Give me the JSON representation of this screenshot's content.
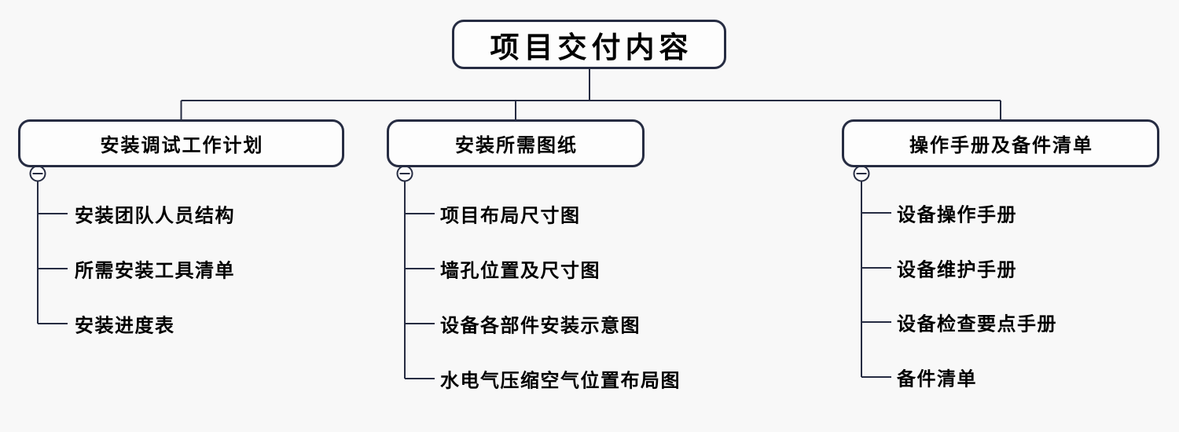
{
  "diagram": {
    "root": {
      "label": "项目交付内容"
    },
    "branches": [
      {
        "label": "安装调试工作计划",
        "children": [
          "安装团队人员结构",
          "所需安装工具清单",
          "安装进度表"
        ]
      },
      {
        "label": "安装所需图纸",
        "children": [
          "项目布局尺寸图",
          "墙孔位置及尺寸图",
          "设备各部件安装示意图",
          "水电气压缩空气位置布局图"
        ]
      },
      {
        "label": "操作手册及备件清单",
        "children": [
          "设备操作手册",
          "设备维护手册",
          "设备检查要点手册",
          "备件清单"
        ]
      }
    ],
    "colors": {
      "line": "#262c42",
      "node_border": "#262c42",
      "node_fill": "#fdfdfd",
      "background": "#f8f8f8",
      "text": "#000000"
    }
  }
}
